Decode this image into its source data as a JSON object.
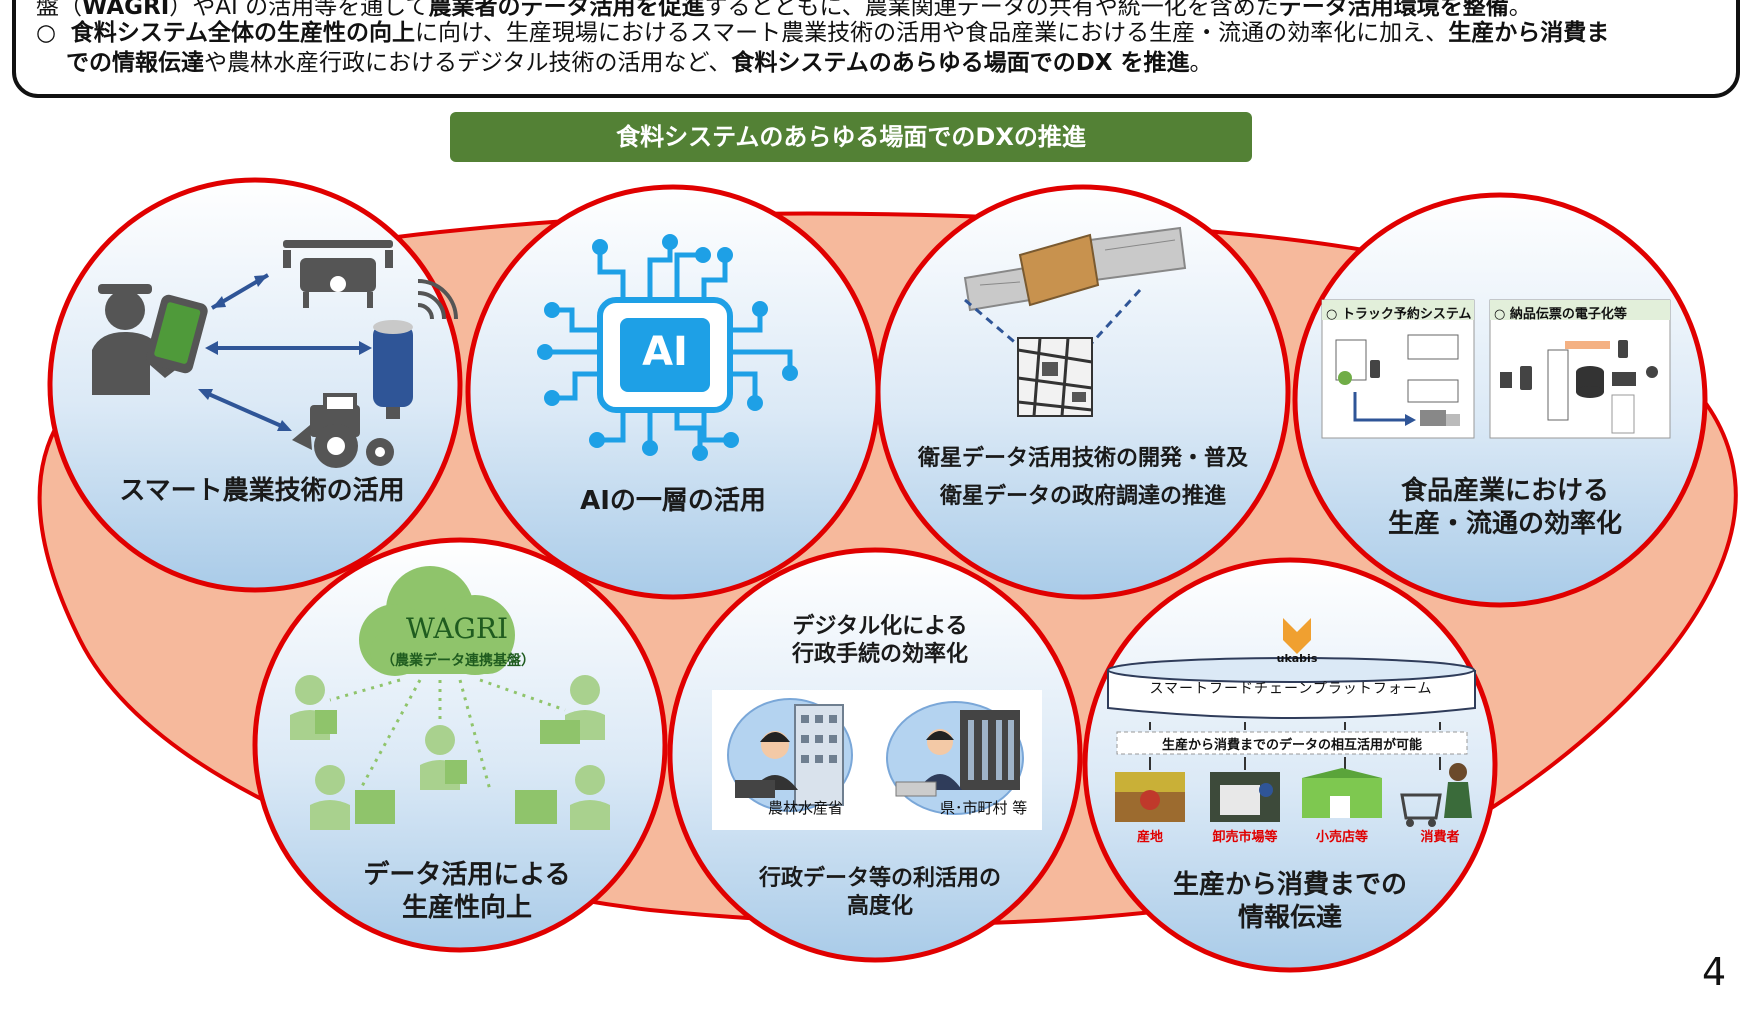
{
  "intro": {
    "line1": {
      "pre": "盤（",
      "b1": "WAGRI",
      "mid1": "）やAI の活用等を通して",
      "b2": "農業者のデータ活用を促進",
      "mid2": "するとともに、農業関連データの共有や統一化を含めた",
      "b3": "データ活用環境を整備",
      "end": "。"
    },
    "line2": {
      "bullet": "○",
      "b1": "食料システム全体の生産性の向上",
      "mid1": "に向け、生産現場におけるスマート農業技術の活用や食品産業における生産・流通の効率化に加え、",
      "b2": "生産から消費ま"
    },
    "line3": {
      "b1": "での情報伝達",
      "mid1": "や農林水産行政におけるデジタル技術の活用など、",
      "b2": "食料システムのあらゆる場面でのDX を推進",
      "end": "。"
    }
  },
  "banner": "食料システムのあらゆる場面でのDXの推進",
  "colors": {
    "banner": "#538135",
    "circle_border": "#e00000",
    "blob_fill": "#f6b99c",
    "circle_top": "#ffffff",
    "circle_bottom": "#a9cbe8",
    "figure": "#555555",
    "wagri_green": "#8fc46b"
  },
  "circles": [
    {
      "id": "smart",
      "label": "スマート農業技術の活用"
    },
    {
      "id": "ai",
      "label": "AIの一層の活用",
      "icon_text": "AI"
    },
    {
      "id": "satellite",
      "label_line1": "衛星データ活用技術の開発・普及",
      "label_line2": "衛星データの政府調達の推進"
    },
    {
      "id": "food",
      "label_line1": "食品産業における",
      "label_line2": "生産・流通の効率化",
      "panel1": "○ トラック予約システム",
      "panel2": "○ 納品伝票の電子化等"
    },
    {
      "id": "data",
      "label_line1": "データ活用による",
      "label_line2": "生産性向上",
      "wagri": "WAGRI",
      "wagri_sub": "（農業データ連携基盤）"
    },
    {
      "id": "admin",
      "top_line1": "デジタル化による",
      "top_line2": "行政手続の効率化",
      "label_line1": "行政データ等の利活用の",
      "label_line2": "高度化",
      "tag1": "農林水産省",
      "tag2": "県･市町村 等"
    },
    {
      "id": "chain",
      "label_line1": "生産から消費までの",
      "label_line2": "情報伝達",
      "logo": "ukabis",
      "platform": "スマートフードチェーンプラットフォーム",
      "mutual": "生産から消費までのデータの相互活用が可能",
      "stages": [
        "産地",
        "卸売市場等",
        "小売店等",
        "消費者"
      ]
    }
  ],
  "page_number": "4"
}
